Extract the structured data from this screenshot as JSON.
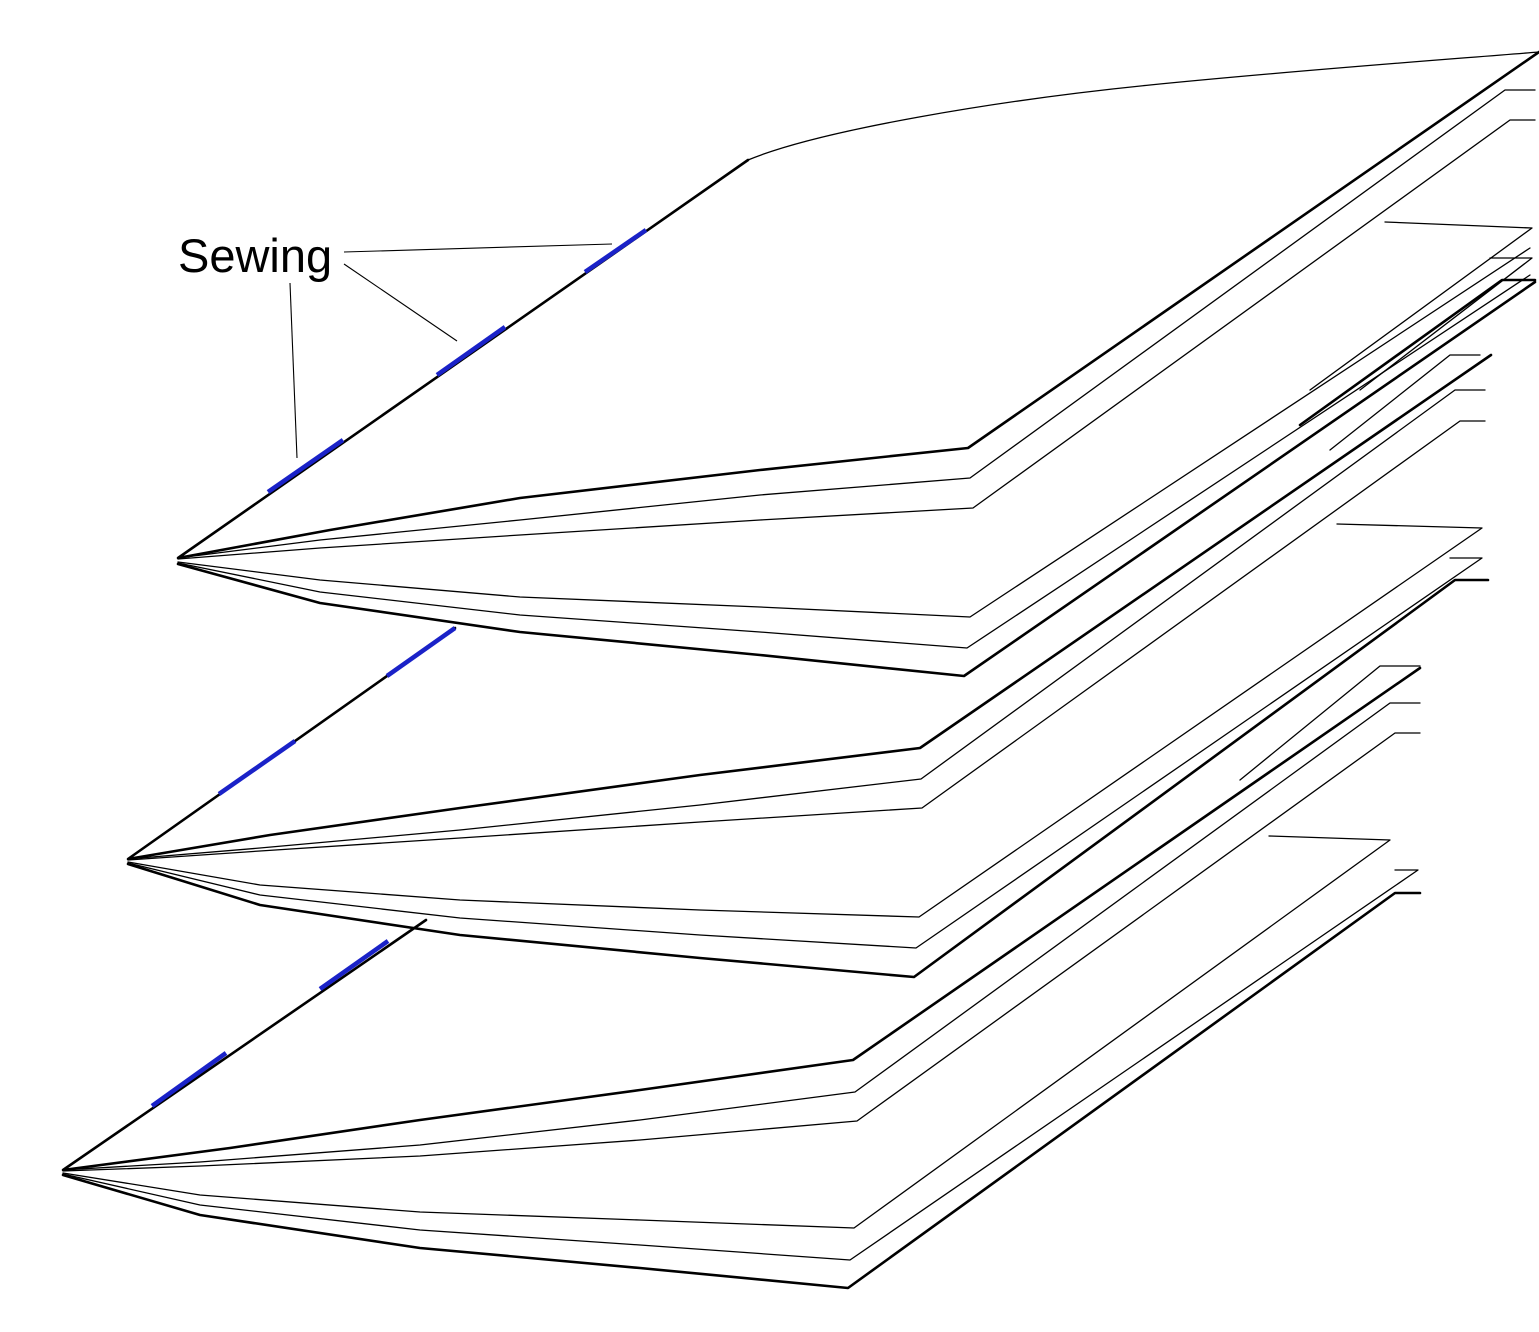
{
  "annotation": {
    "label": "Sewing"
  },
  "colors": {
    "stitch": "#1a22c8",
    "paper_outline": "#000000",
    "background": "#ffffff"
  },
  "signatures": {
    "count": 3,
    "sheets_per_signature": 3
  }
}
